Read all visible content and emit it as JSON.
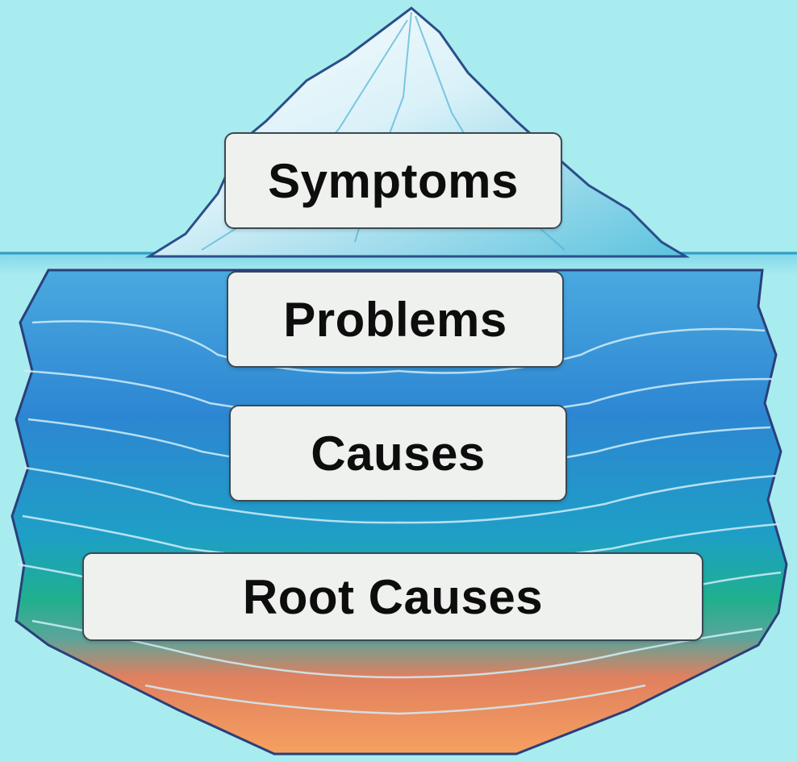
{
  "layers": [
    {
      "id": "symptoms",
      "label": "Symptoms"
    },
    {
      "id": "problems",
      "label": "Problems"
    },
    {
      "id": "causes",
      "label": "Causes"
    },
    {
      "id": "root_causes",
      "label": "Root Causes"
    }
  ],
  "colors": {
    "background": "#a9ecef",
    "water_line": "#2f9fc4",
    "iceberg_tip": "#e8f6fb",
    "underwater_top": "#2d8fd6",
    "underwater_mid": "#1fb08e",
    "underwater_bottom": "#f08a5a",
    "label_fill": "#eef1ed",
    "label_text": "#0d0d0d"
  }
}
